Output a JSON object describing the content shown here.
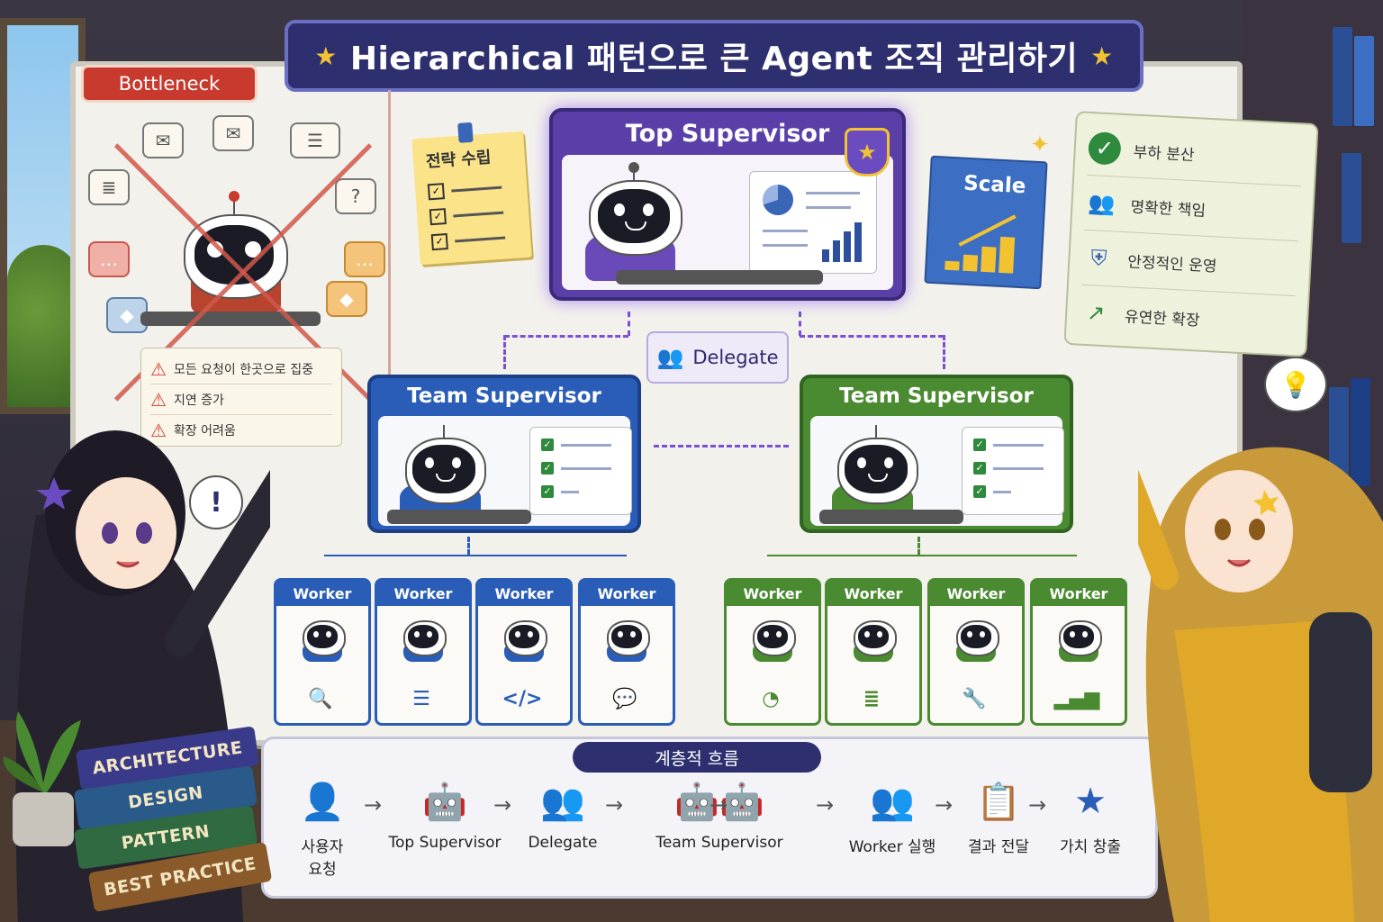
{
  "title": "Hierarchical 패턴으로 큰 Agent 조직 관리하기",
  "title_star": "★",
  "bottleneck": {
    "tag": "Bottleneck",
    "issues": [
      "모든 요청이 한곳으로 집중",
      "지연 증가",
      "확장 어려움"
    ],
    "warn_glyph": "⚠"
  },
  "strategy_note": {
    "title": "전략 수립",
    "check_glyph": "✓"
  },
  "top_supervisor": {
    "label": "Top Supervisor",
    "badge_glyph": "★"
  },
  "scale_note": {
    "label": "Scale"
  },
  "sparkle_glyph": "✦",
  "benefits": [
    {
      "icon": "check-circle-icon",
      "glyph": "✓",
      "label": "부하 분산"
    },
    {
      "icon": "people-icon",
      "glyph": "👥",
      "label": "명확한 책임"
    },
    {
      "icon": "shield-icon",
      "glyph": "⛨",
      "label": "안정적인 운영"
    },
    {
      "icon": "trend-up-icon",
      "glyph": "↗",
      "label": "유연한 확장"
    }
  ],
  "delegate": {
    "label": "Delegate",
    "glyph": "👥"
  },
  "team_supervisors": [
    {
      "label": "Team Supervisor",
      "color": "#2a5db8"
    },
    {
      "label": "Team Supervisor",
      "color": "#4a8a30"
    }
  ],
  "workers": [
    {
      "label": "Worker",
      "team": "blue",
      "icon": "search-icon",
      "glyph": "🔍"
    },
    {
      "label": "Worker",
      "team": "blue",
      "icon": "database-icon",
      "glyph": "☰"
    },
    {
      "label": "Worker",
      "team": "blue",
      "icon": "code-icon",
      "glyph": "</>"
    },
    {
      "label": "Worker",
      "team": "blue",
      "icon": "chat-icon",
      "glyph": "💬"
    },
    {
      "label": "Worker",
      "team": "green",
      "icon": "pie-chart-icon",
      "glyph": "◔"
    },
    {
      "label": "Worker",
      "team": "green",
      "icon": "document-icon",
      "glyph": "≣"
    },
    {
      "label": "Worker",
      "team": "green",
      "icon": "wrench-icon",
      "glyph": "🔧"
    },
    {
      "label": "Worker",
      "team": "green",
      "icon": "bar-chart-icon",
      "glyph": "▂▄▆"
    }
  ],
  "flow": {
    "title": "계층적 흐름",
    "arrow_glyph": "→",
    "steps": [
      {
        "label": "사용자\n요청",
        "icon": "user-icon",
        "glyph": "👤"
      },
      {
        "label": "Top Supervisor",
        "icon": "robot-icon",
        "glyph": "🤖"
      },
      {
        "label": "Delegate",
        "icon": "people-icon",
        "glyph": "👥"
      },
      {
        "label": "Team Supervisor",
        "icon": "robot-pair-icon",
        "glyph": "🤖🤖"
      },
      {
        "label": "Worker 실행",
        "icon": "people-icon",
        "glyph": "👥"
      },
      {
        "label": "결과 전달",
        "icon": "clipboard-check-icon",
        "glyph": "📋"
      },
      {
        "label": "가치 창출",
        "icon": "star-icon",
        "glyph": "★"
      }
    ]
  },
  "books": [
    "ARCHITECTURE",
    "DESIGN",
    "PATTERN",
    "BEST PRACTICE"
  ],
  "speech": {
    "left": "!",
    "right": "💡"
  },
  "colors": {
    "purple": "#5b3fa8",
    "blue": "#2a5db8",
    "green": "#4a8a30",
    "navy": "#2e2f6e",
    "accent_yellow": "#f2c230",
    "warning_red": "#c8392e"
  }
}
